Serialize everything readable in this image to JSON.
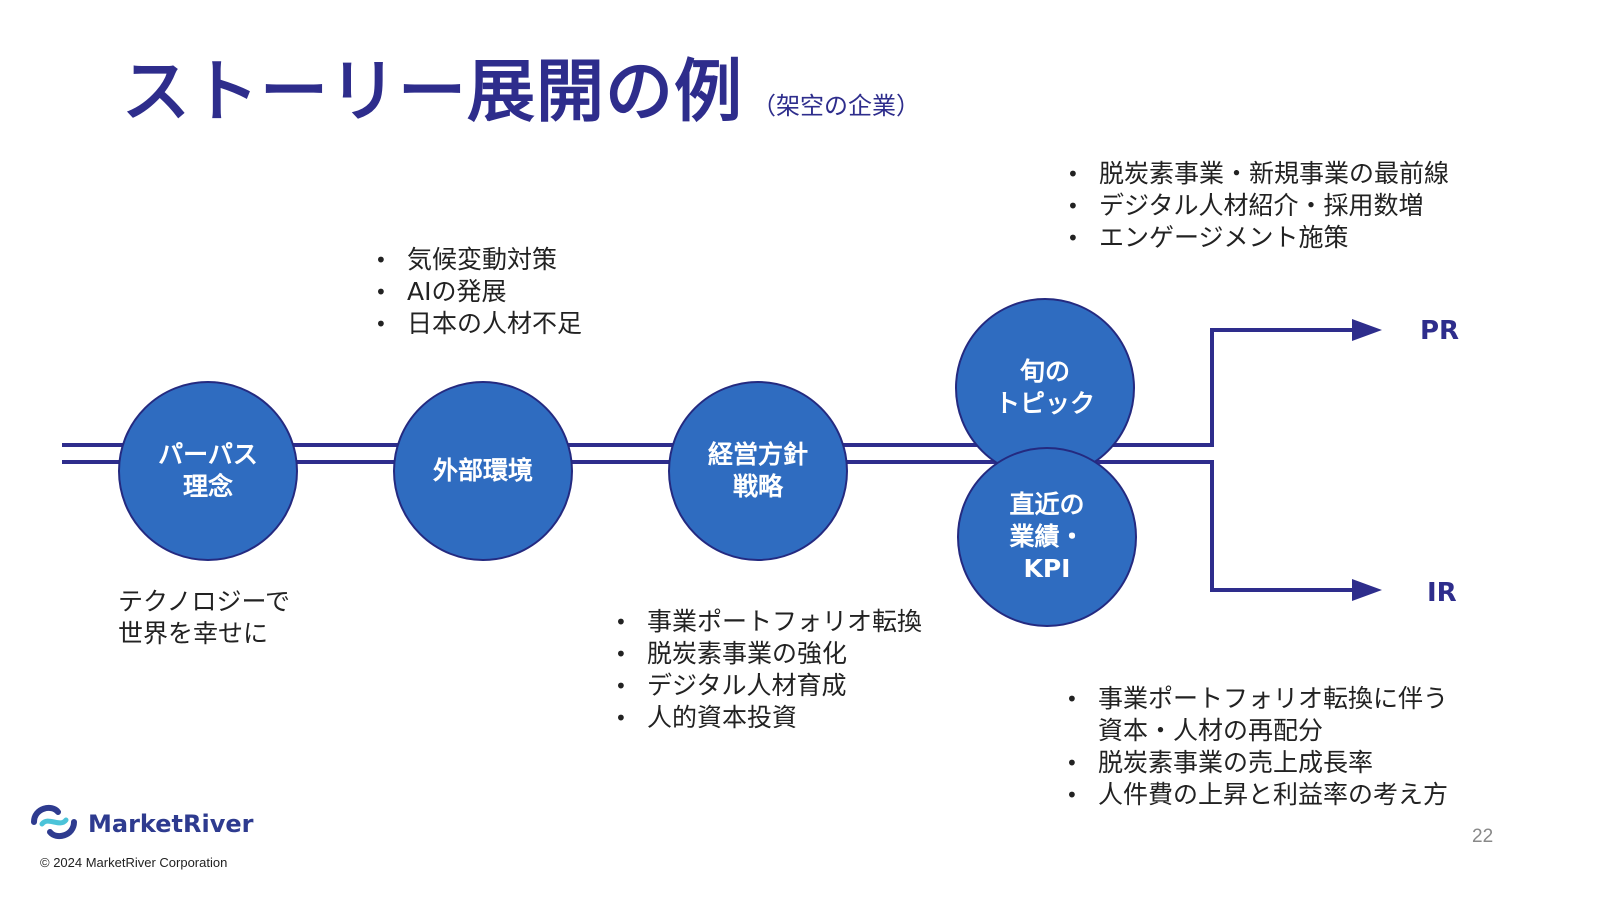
{
  "title": "ストーリー展開の例",
  "subtitle": "（架空の企業）",
  "nodes": {
    "purpose": "パーパス\n理念",
    "environment": "外部環境",
    "policy": "経営方針\n戦略",
    "topic": "旬の\nトピック",
    "results": "直近の\n業績・\nKPI"
  },
  "purpose_caption": "テクノロジーで\n世界を幸せに",
  "environment_bullets": [
    "気候変動対策",
    "AIの発展",
    "日本の人材不足"
  ],
  "policy_bullets": [
    "事業ポートフォリオ転換",
    "脱炭素事業の強化",
    "デジタル人材育成",
    "人的資本投資"
  ],
  "topic_bullets": [
    "脱炭素事業・新規事業の最前線",
    "デジタル人材紹介・採用数増",
    "エンゲージメント施策"
  ],
  "results_bullets": [
    "事業ポートフォリオ転換に伴う\n資本・人材の再配分",
    "脱炭素事業の売上成長率",
    "人件費の上昇と利益率の考え方"
  ],
  "outputs": {
    "pr": "PR",
    "ir": "IR"
  },
  "footer": {
    "brand": "MarketRiver",
    "copyright": "© 2024 MarketRiver Corporation",
    "page_number": "22"
  },
  "colors": {
    "navy": "#2e2d8c",
    "node_fill": "#2f6cc0",
    "line": "#2e2d8c"
  }
}
